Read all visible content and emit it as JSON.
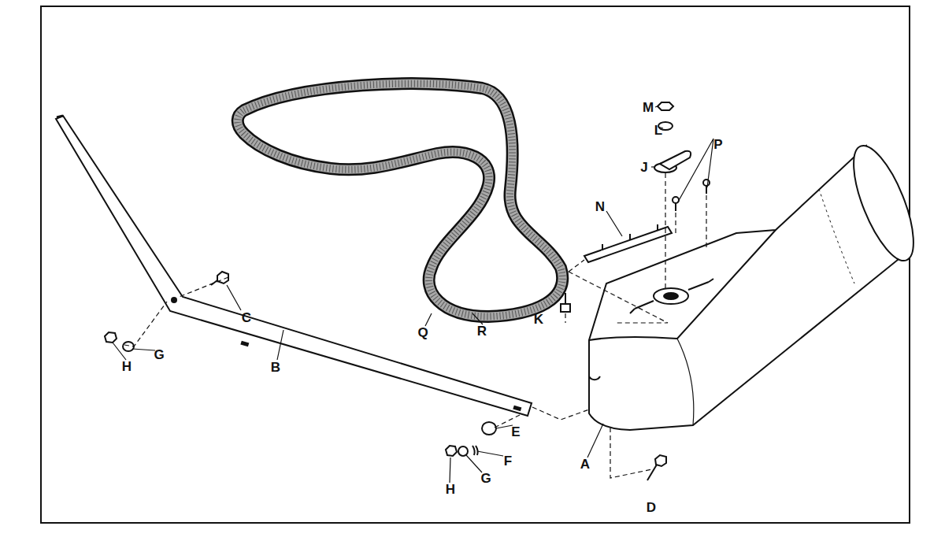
{
  "diagram": {
    "labels": [
      "M",
      "L",
      "J",
      "P",
      "N",
      "K",
      "Q",
      "R",
      "C",
      "G",
      "H",
      "B",
      "E",
      "F",
      "G",
      "H",
      "A",
      "D"
    ]
  }
}
